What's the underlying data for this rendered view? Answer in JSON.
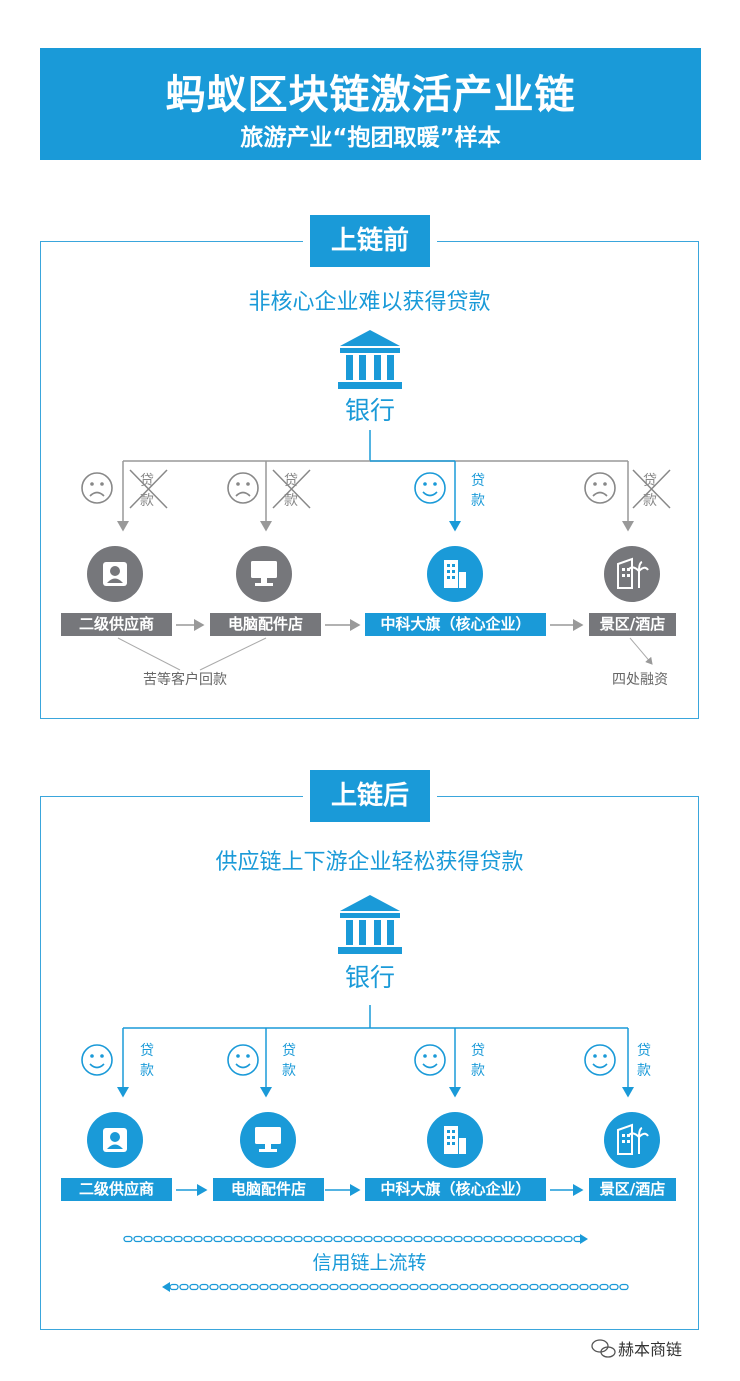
{
  "header": {
    "title": "蚂蚁区块链激活产业链",
    "subtitle": "旅游产业“抱团取暖”样本"
  },
  "before": {
    "label": "上链前",
    "subtitle": "非核心企业难以获得贷款",
    "bank": "银行",
    "loan_char_1": "贷",
    "loan_char_2": "款",
    "nodes": [
      "二级供应商",
      "电脑配件店",
      "中科大旗（核心企业）",
      "景区/酒店"
    ],
    "note_wait": "苦等客户回款",
    "note_finance": "四处融资"
  },
  "after": {
    "label": "上链后",
    "subtitle": "供应链上下游企业轻松获得贷款",
    "bank": "银行",
    "loan_char_1": "贷",
    "loan_char_2": "款",
    "nodes": [
      "二级供应商",
      "电脑配件店",
      "中科大旗（核心企业）",
      "景区/酒店"
    ],
    "credit_flow": "信用链上流转"
  },
  "watermark": "赫本商链",
  "colors": {
    "brand_blue": "#1a9ad8",
    "gray": "#76777b",
    "light_gray": "#999999"
  }
}
